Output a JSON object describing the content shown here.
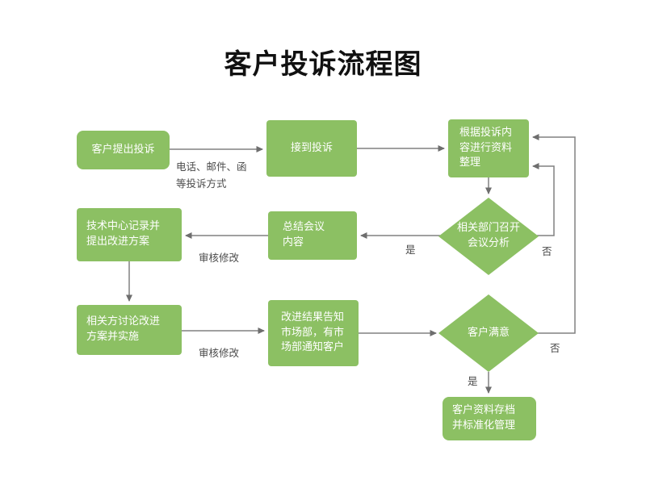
{
  "title": "客户投诉流程图",
  "colors": {
    "node_green": "#8cc063",
    "line_gray": "#7a7a7a",
    "node_text": "#ffffff"
  },
  "nodes": {
    "start": "客户提出投诉",
    "receive": "接到投诉",
    "organize": "根据投诉内\n容进行资料\n整理",
    "meeting": "相关部门召开\n会议分析",
    "summarize": "总结会议\n内容",
    "tech": "技术中心记录并\n提出改进方案",
    "discuss": "相关方讨论改进\n方案并实施",
    "notify": "改进结果告知\n市场部，有市\n场部通知客户",
    "satisfied": "客户满意",
    "archive": "客户资料存档\n并标准化管理"
  },
  "edges": {
    "method": "电话、邮件、函\n等投诉方式",
    "review_top": "审核修改",
    "review_bottom": "审核修改",
    "yes_meeting": "是",
    "no_meeting": "否",
    "yes_satisfied": "是",
    "no_satisfied": "否"
  }
}
